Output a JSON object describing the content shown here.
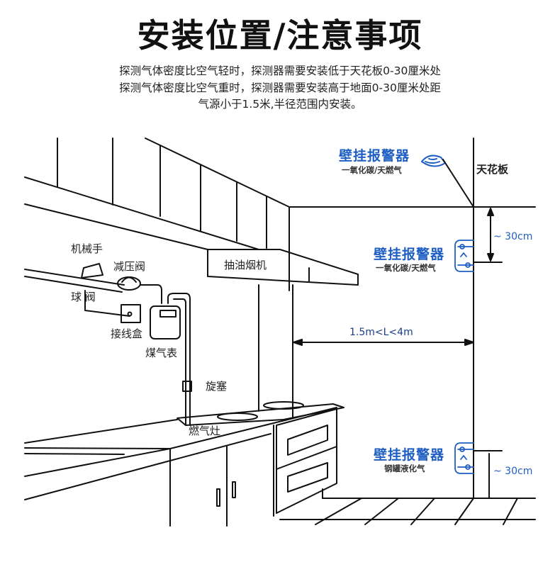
{
  "header": {
    "title": "安装位置/注意事项",
    "lines": [
      "探测气体密度比空气轻时，探测器需要安装低于天花板0-30厘米处",
      "探测气体密度比空气重时，探测器需要安装高于地面0-30厘米处距",
      "气源小于1.5米,半径范围内安装。"
    ]
  },
  "labels": {
    "ceiling": "天花板",
    "manipulator": "机械手",
    "pressure_valve": "减压阀",
    "ball_valve": "球 阀",
    "junction_box": "接线盒",
    "gas_meter": "煤气表",
    "plug_valve": "旋塞",
    "gas_stove": "燃气灶",
    "range_hood": "抽油烟机"
  },
  "alarms": [
    {
      "title": "壁挂报警器",
      "subtitle": "一氧化碳/天燃气",
      "position": "ceiling"
    },
    {
      "title": "壁挂报警器",
      "subtitle": "一氧化碳/天燃气",
      "position": "upper-wall"
    },
    {
      "title": "壁挂报警器",
      "subtitle": "钢罐液化气",
      "position": "lower-wall"
    }
  ],
  "dimensions": {
    "top_offset": "~ 30cm",
    "bottom_offset": "~ 30cm",
    "distance_range": "1.5m<L<4m"
  },
  "colors": {
    "accent_blue": "#1f5fc4",
    "line": "#111111"
  }
}
